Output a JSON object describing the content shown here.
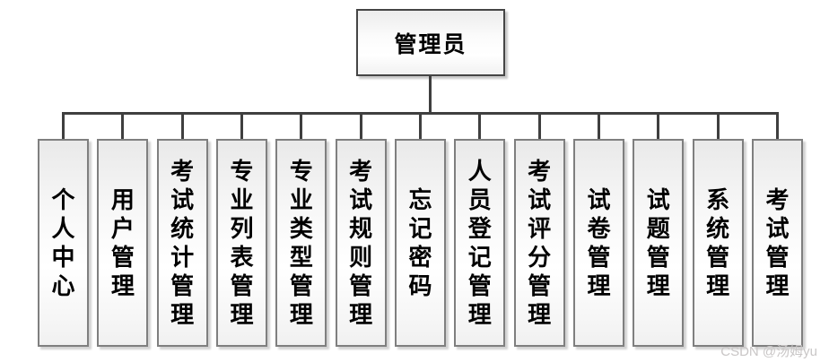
{
  "diagram": {
    "root": {
      "label": "管理员"
    },
    "children": [
      {
        "label": "个人中心"
      },
      {
        "label": "用户管理"
      },
      {
        "label": "考试统计管理"
      },
      {
        "label": "专业列表管理"
      },
      {
        "label": "专业类型管理"
      },
      {
        "label": "考试规则管理"
      },
      {
        "label": "忘记密码"
      },
      {
        "label": "人员登记管理"
      },
      {
        "label": "考试评分管理"
      },
      {
        "label": "试卷管理"
      },
      {
        "label": "试题管理"
      },
      {
        "label": "系统管理"
      },
      {
        "label": "考试管理"
      }
    ]
  },
  "watermark": {
    "text": "CSDN @汤姆yu"
  },
  "colors": {
    "background": "#ffffff",
    "connector": "#3f3f3f",
    "root_border": "#454545",
    "node_border": "#7f7f7f",
    "text": "#000000",
    "watermark": "#c9c6c6"
  }
}
